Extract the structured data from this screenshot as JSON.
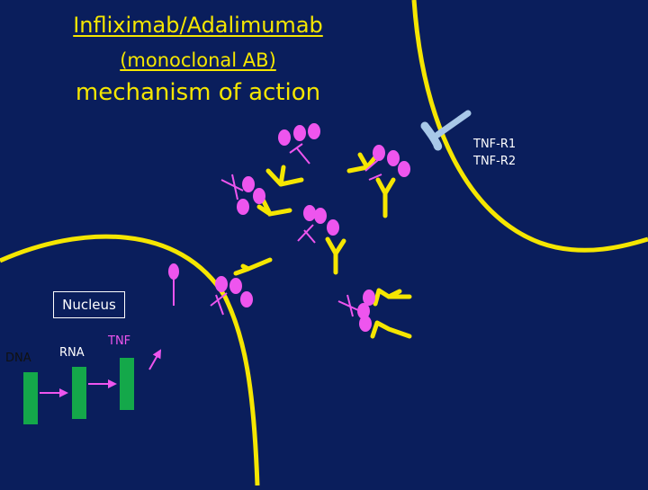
{
  "title": {
    "line1": "Infliximab/Adalimumab",
    "line2": "(monoclonal AB)",
    "line3": "mechanism of action"
  },
  "labels": {
    "receptors": [
      "TNF-R1",
      "TNF-R2"
    ],
    "nucleus": "Nucleus",
    "dna": "DNA",
    "rna": "RNA",
    "tnf": "TNF"
  },
  "colors": {
    "background": "#0a1e5c",
    "membrane": "#f5e600",
    "antibody": "#f5e600",
    "tnf": "#ee55ee",
    "gene_blocks": "#14a84a",
    "arrows": "#ee55ee",
    "receptor": "#a8c8e8"
  }
}
